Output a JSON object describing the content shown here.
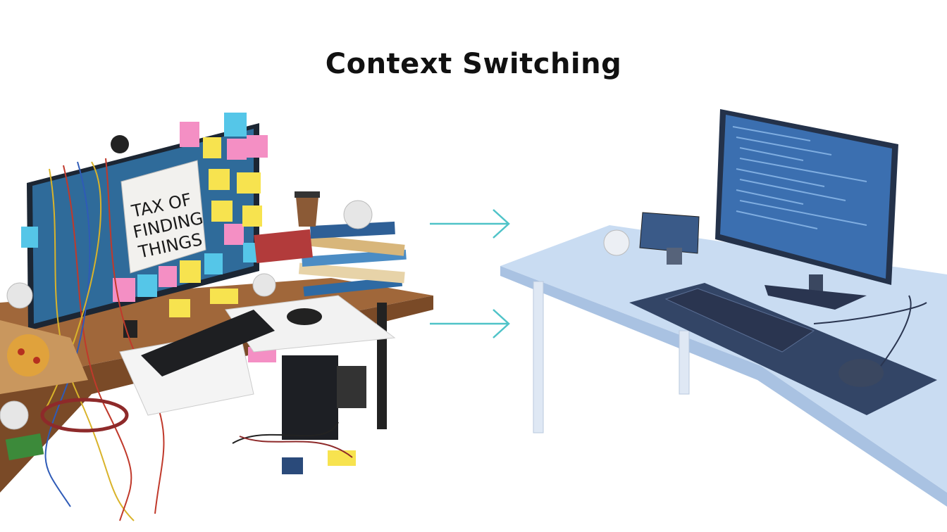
{
  "title": "Context Switching",
  "messy_desk": {
    "sign_lines": [
      "TAX OF",
      "FINDING",
      "THINGS"
    ]
  },
  "arrows": {
    "count": 2,
    "color": "#4fc3c8"
  },
  "colors": {
    "messy_monitor": "#2f6b9a",
    "clean_desk": "#c9dcf2",
    "clean_monitor": "#3b6fb0"
  }
}
